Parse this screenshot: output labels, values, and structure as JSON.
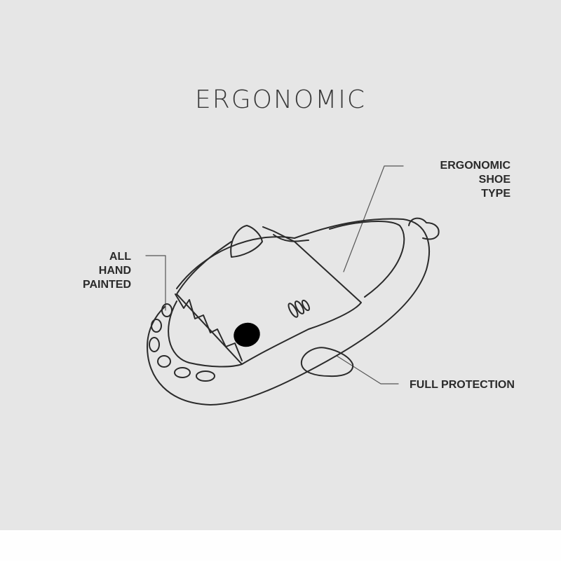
{
  "title": "ERGONOMIC",
  "labels": {
    "ergonomic_shoe_type": [
      "ERGONOMIC",
      "SHOE",
      "TYPE"
    ],
    "all_hand_painted": [
      "ALL",
      "HAND",
      "PAINTED"
    ],
    "full_protection": "FULL PROTECTION"
  },
  "colors": {
    "background": "#e6e6e6",
    "line": "#2a2a2a"
  }
}
